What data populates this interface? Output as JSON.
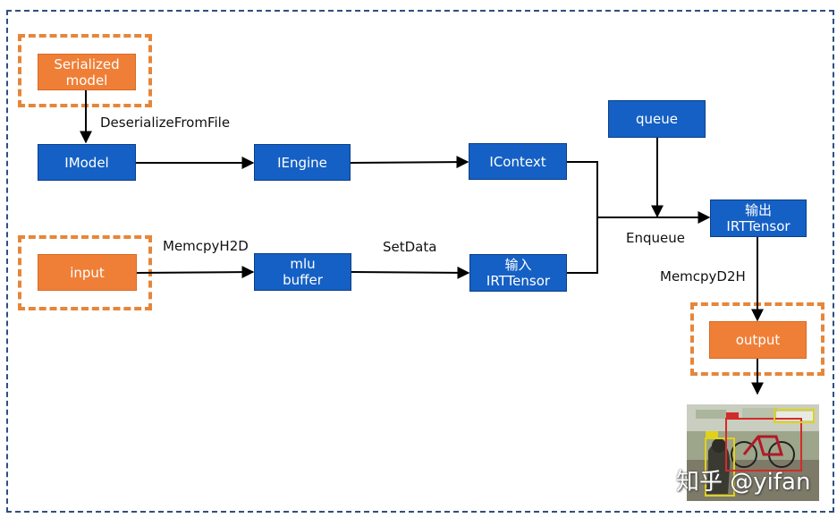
{
  "nodes": {
    "serialized_model": "Serialized\nmodel",
    "imodel": "IModel",
    "iengine": "IEngine",
    "icontext": "IContext",
    "queue": "queue",
    "output_tensor": "输出\nIRTTensor",
    "input": "input",
    "mlu_buffer": "mlu\nbuffer",
    "input_tensor": "输入\nIRTTensor",
    "output": "output"
  },
  "edges": {
    "deserialize": "DeserializeFromFile",
    "memcpy_h2d": "MemcpyH2D",
    "set_data": "SetData",
    "enqueue": "Enqueue",
    "memcpy_d2h": "MemcpyD2H"
  },
  "watermark": "知乎 @yifan",
  "colors": {
    "blue_box": "#1560c4",
    "orange_box": "#ef7f37",
    "dashed_highlight": "#e6863a",
    "frame": "#2f4f7f"
  }
}
